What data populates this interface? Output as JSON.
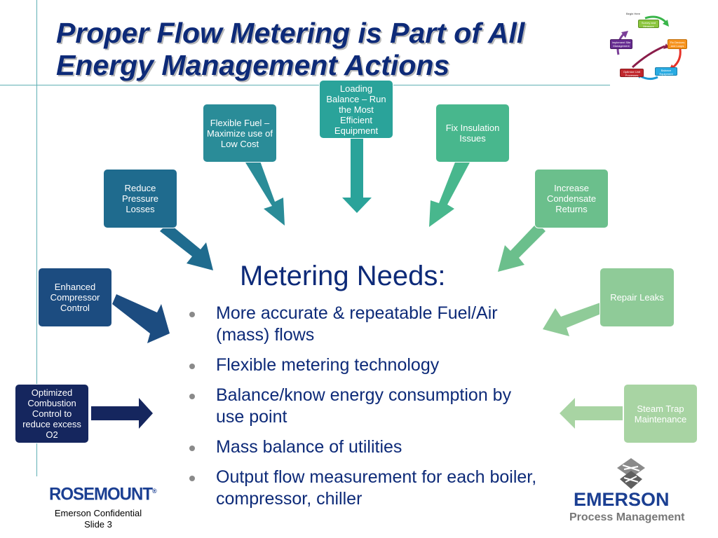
{
  "slide": {
    "title_line1": "Proper Flow Metering is Part of All",
    "title_line2": "Energy Management Actions"
  },
  "actions": [
    {
      "label": "Loading Balance – Run the Most Efficient Equipment",
      "color": "#2aa39a"
    },
    {
      "label": "Flexible Fuel – Maximize use of Low Cost",
      "color": "#2a8c98"
    },
    {
      "label": "Fix Insulation Issues",
      "color": "#48b78d"
    },
    {
      "label": "Reduce Pressure Losses",
      "color": "#1f6b8e"
    },
    {
      "label": "Increase Condensate Returns",
      "color": "#6bbf8c"
    },
    {
      "label": "Enhanced Compressor Control",
      "color": "#1c4c80"
    },
    {
      "label": "Repair Leaks",
      "color": "#8fcb98"
    },
    {
      "label": "Optimized Combustion Control to reduce excess O2",
      "color": "#15265e"
    },
    {
      "label": "Steam Trap Maintenance",
      "color": "#a8d4a3"
    }
  ],
  "center": {
    "heading": "Metering Needs:",
    "bullets": [
      "More accurate & repeatable Fuel/Air (mass) flows",
      "Flexible metering technology",
      "Balance/know energy consumption by use point",
      "Mass balance of utilities",
      "Output flow measurement for each boiler, compressor, chiller"
    ]
  },
  "cycle_diagram": {
    "labels": [
      "Begin Here",
      "Survey and Measure",
      "Fix Devices and Loops",
      "Balance Equipment",
      "Optimize Unit Processes",
      "Implement Site Management"
    ]
  },
  "footer": {
    "confidential": "Emerson Confidential",
    "slide": "Slide 3",
    "rosemount_logo": "ROSEMOUNT",
    "emerson_logo": "EMERSON",
    "process_management": "Process Management"
  }
}
